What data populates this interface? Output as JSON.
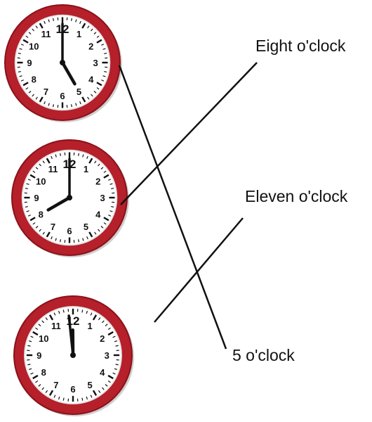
{
  "clocks": [
    {
      "hour": 5,
      "minute": 0
    },
    {
      "hour": 8,
      "minute": 0
    },
    {
      "hour": 11,
      "minute": 59
    }
  ],
  "dial_numbers": [
    "12",
    "1",
    "2",
    "3",
    "4",
    "5",
    "6",
    "7",
    "8",
    "9",
    "10",
    "11"
  ],
  "labels": {
    "eight": "Eight o'clock",
    "eleven": "Eleven o'clock",
    "five": "5 o'clock"
  },
  "colors": {
    "rim": "#b5202a",
    "rim_dark": "#8a1219",
    "face": "#ffffff",
    "ink": "#111111"
  }
}
